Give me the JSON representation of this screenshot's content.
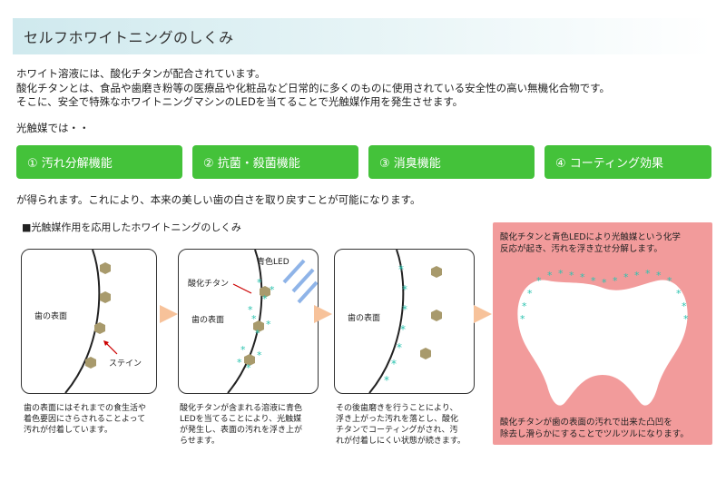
{
  "title": "セルフホワイトニングのしくみ",
  "intro": [
    "ホワイト溶液には、酸化チタンが配合されています。",
    "酸化チタンとは、食品や歯磨き粉等の医療品や化粧品など日常的に多くのものに使用されている安全性の高い無機化合物です。",
    "そこに、安全で特殊なホワイトニングマシンのLEDを当てることで光触媒作用を発生させます。"
  ],
  "lead": "光触媒では・・",
  "effects": [
    "① 汚れ分解機能",
    "② 抗菌・殺菌機能",
    "③ 消臭機能",
    "④ コーティング効果"
  ],
  "result": "が得られます。これにより、本来の美しい歯の白さを取り戻すことが可能になります。",
  "subhead": "■光触媒作用を応用したホワイトニングのしくみ",
  "panels": {
    "p1": {
      "surface": "歯の表面",
      "stain": "ステイン"
    },
    "p2": {
      "led": "青色LED",
      "ti": "酸化チタン",
      "surface": "歯の表面"
    },
    "p3": {
      "surface": "歯の表面"
    }
  },
  "captions": {
    "c1": [
      "歯の表面にはそれまでの食生活や",
      "着色要因にさらされることよって",
      "汚れが付着しています。"
    ],
    "c2": [
      "酸化チタンが含まれる溶液に青色",
      "LEDを当てることにより、光触媒",
      "が発生し、表面の汚れを浮き上が",
      "らせます。"
    ],
    "c3": [
      "その後歯磨きを行うことにより、",
      "浮き上がった汚れを落とし、酸化",
      "チタンでコーティングがされ、汚",
      "れが付着しにくい状態が続きます。"
    ]
  },
  "pink": {
    "top": [
      "酸化チタンと青色LEDにより光触媒という化学",
      "反応が起き、汚れを浮き立せ分解します。"
    ],
    "bottom": [
      "酸化チタンが歯の表面の汚れで出来た凸凹を",
      "除去し滑らかにすることでツルツルになります。"
    ]
  },
  "colors": {
    "green": "#44c23a",
    "pink": "#f29b9b",
    "teal": "#2cc3b0",
    "stain": "#a89a6c",
    "arrow": "#f7c29a",
    "led": "#8fb4e8"
  }
}
